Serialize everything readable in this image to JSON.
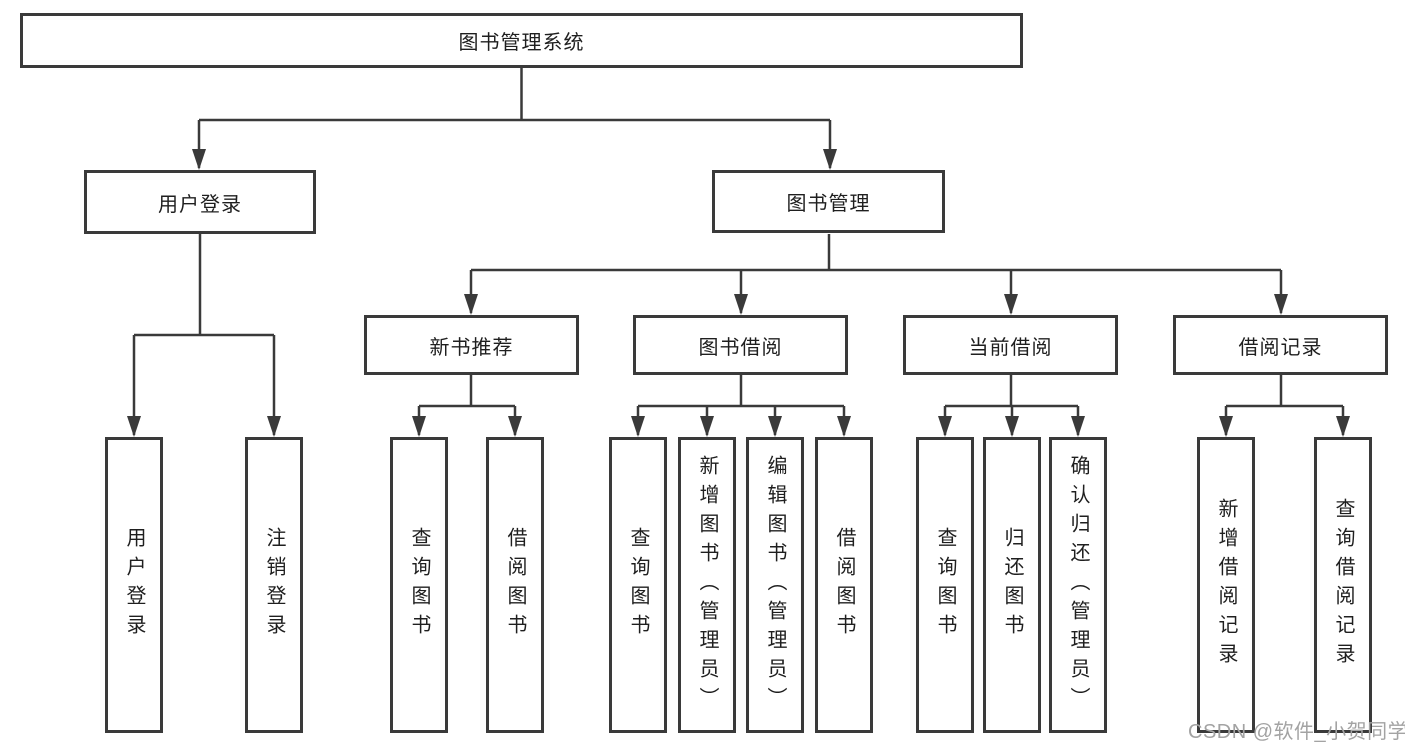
{
  "diagram_title": "图书管理系统",
  "tree": {
    "label": "图书管理系统",
    "children": [
      {
        "label": "用户登录",
        "children": [
          {
            "label": "用户登录"
          },
          {
            "label": "注销登录"
          }
        ]
      },
      {
        "label": "图书管理",
        "children": [
          {
            "label": "新书推荐",
            "children": [
              {
                "label": "查询图书"
              },
              {
                "label": "借阅图书"
              }
            ]
          },
          {
            "label": "图书借阅",
            "children": [
              {
                "label": "查询图书"
              },
              {
                "label": "新增图书（管理员）"
              },
              {
                "label": "编辑图书（管理员）"
              },
              {
                "label": "借阅图书"
              }
            ]
          },
          {
            "label": "当前借阅",
            "children": [
              {
                "label": "查询图书"
              },
              {
                "label": "归还图书"
              },
              {
                "label": "确认归还（管理员）"
              }
            ]
          },
          {
            "label": "借阅记录",
            "children": [
              {
                "label": "新增借阅记录"
              },
              {
                "label": "查询借阅记录"
              }
            ]
          }
        ]
      }
    ]
  },
  "watermark": "CSDN @软件_小贺同学",
  "colors": {
    "line": "#3a3a3a",
    "box_border": "#3a3a3a",
    "text": "#1f1f1f",
    "watermark": "#a3a3a3",
    "background": "#ffffff"
  }
}
